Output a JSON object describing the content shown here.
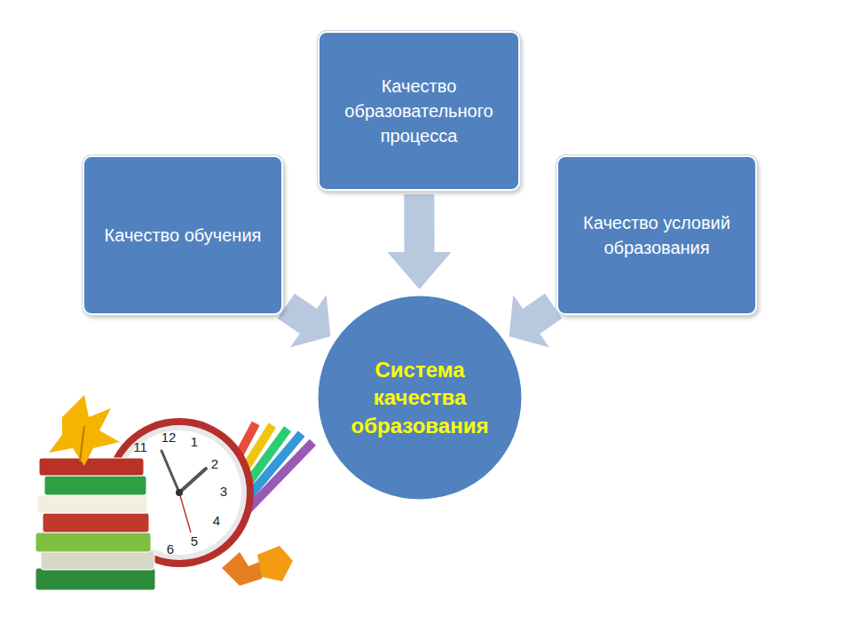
{
  "diagram": {
    "nodes": [
      {
        "text": [
          "Качество образовательного процесса"
        ]
      },
      {
        "text": [
          "Качество обучения"
        ]
      },
      {
        "text": [
          "Качество условий образования"
        ]
      },
      {
        "text": [
          "Система качества образования"
        ]
      }
    ],
    "edges": [
      {
        "from": 0,
        "to": 3,
        "arrow": "to"
      },
      {
        "from": 1,
        "to": 3,
        "arrow": "to"
      },
      {
        "from": 2,
        "to": 3,
        "arrow": "to"
      }
    ],
    "labels": [
      "12",
      "1",
      "2",
      "3",
      "4",
      "5",
      "6",
      "11"
    ]
  }
}
